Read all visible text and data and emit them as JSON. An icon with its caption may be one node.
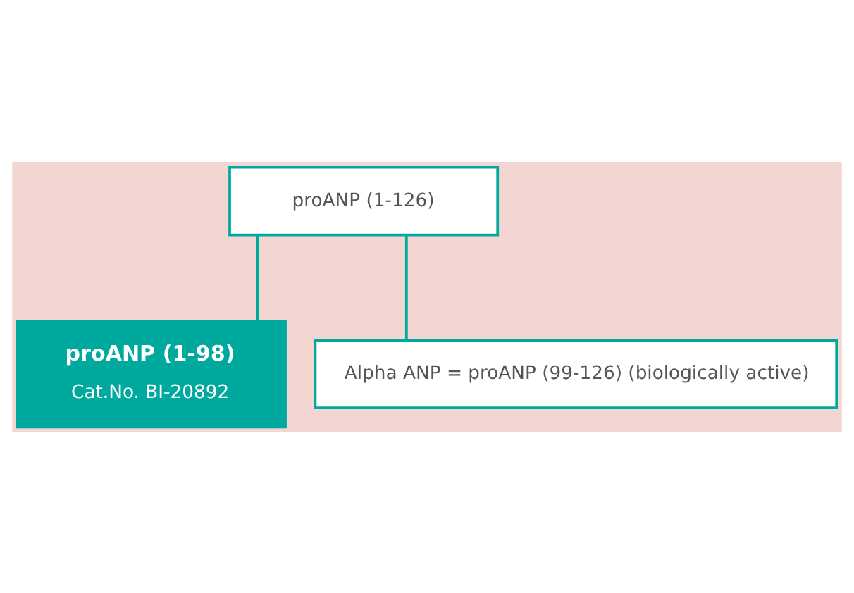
{
  "diagram": {
    "nodes": [
      {
        "text": [
          "proANP (1-126)"
        ]
      },
      {
        "text": [
          "proANP (1-98)",
          "Cat.No. BI-20892"
        ]
      },
      {
        "text": [
          "Alpha ANP = proANP (99-126) (biologically active)"
        ]
      }
    ],
    "edges": [
      {
        "from": 0,
        "to": 1,
        "arrow": "none"
      },
      {
        "from": 0,
        "to": 2,
        "arrow": "none"
      }
    ]
  }
}
